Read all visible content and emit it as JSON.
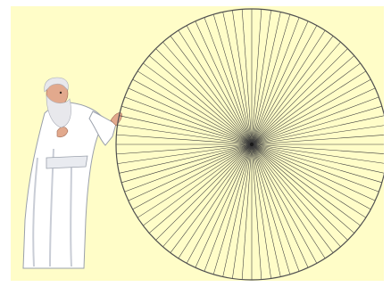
{
  "colors": {
    "background": "#fffdc8",
    "circle_stroke": "#4f4f4f",
    "spoke_stroke": "#3a3a3a",
    "robe": "#ffffff",
    "robe_shadow": "#c9cdd6",
    "skin": "#e2a98d",
    "beard": "#e8e8ec"
  },
  "diagram": {
    "shape": "circle",
    "spoke_count": 88,
    "figure": "bearded-man-in-white-robe"
  }
}
